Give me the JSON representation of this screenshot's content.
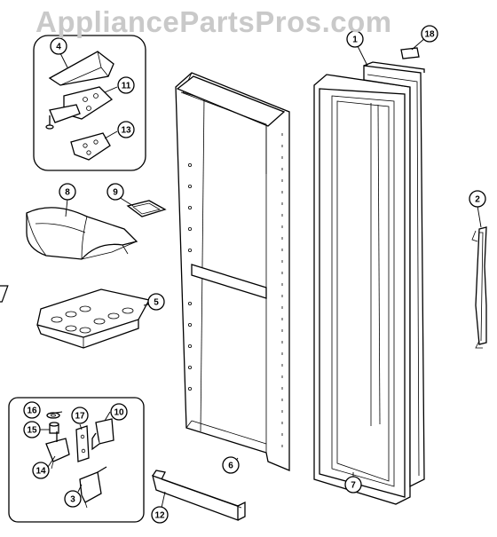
{
  "watermark": "AppliancePartsPros.com",
  "callouts": [
    {
      "id": "c1",
      "label": "1"
    },
    {
      "id": "c18",
      "label": "18"
    },
    {
      "id": "c4",
      "label": "4"
    },
    {
      "id": "c11",
      "label": "11"
    },
    {
      "id": "c13",
      "label": "13"
    },
    {
      "id": "c2",
      "label": "2"
    },
    {
      "id": "c8",
      "label": "8"
    },
    {
      "id": "c9",
      "label": "9"
    },
    {
      "id": "c5",
      "label": "5"
    },
    {
      "id": "c16",
      "label": "16"
    },
    {
      "id": "c15",
      "label": "15"
    },
    {
      "id": "c17",
      "label": "17"
    },
    {
      "id": "c10",
      "label": "10"
    },
    {
      "id": "c14",
      "label": "14"
    },
    {
      "id": "c3",
      "label": "3"
    },
    {
      "id": "c6",
      "label": "6"
    },
    {
      "id": "c7",
      "label": "7"
    },
    {
      "id": "c12",
      "label": "12"
    }
  ]
}
